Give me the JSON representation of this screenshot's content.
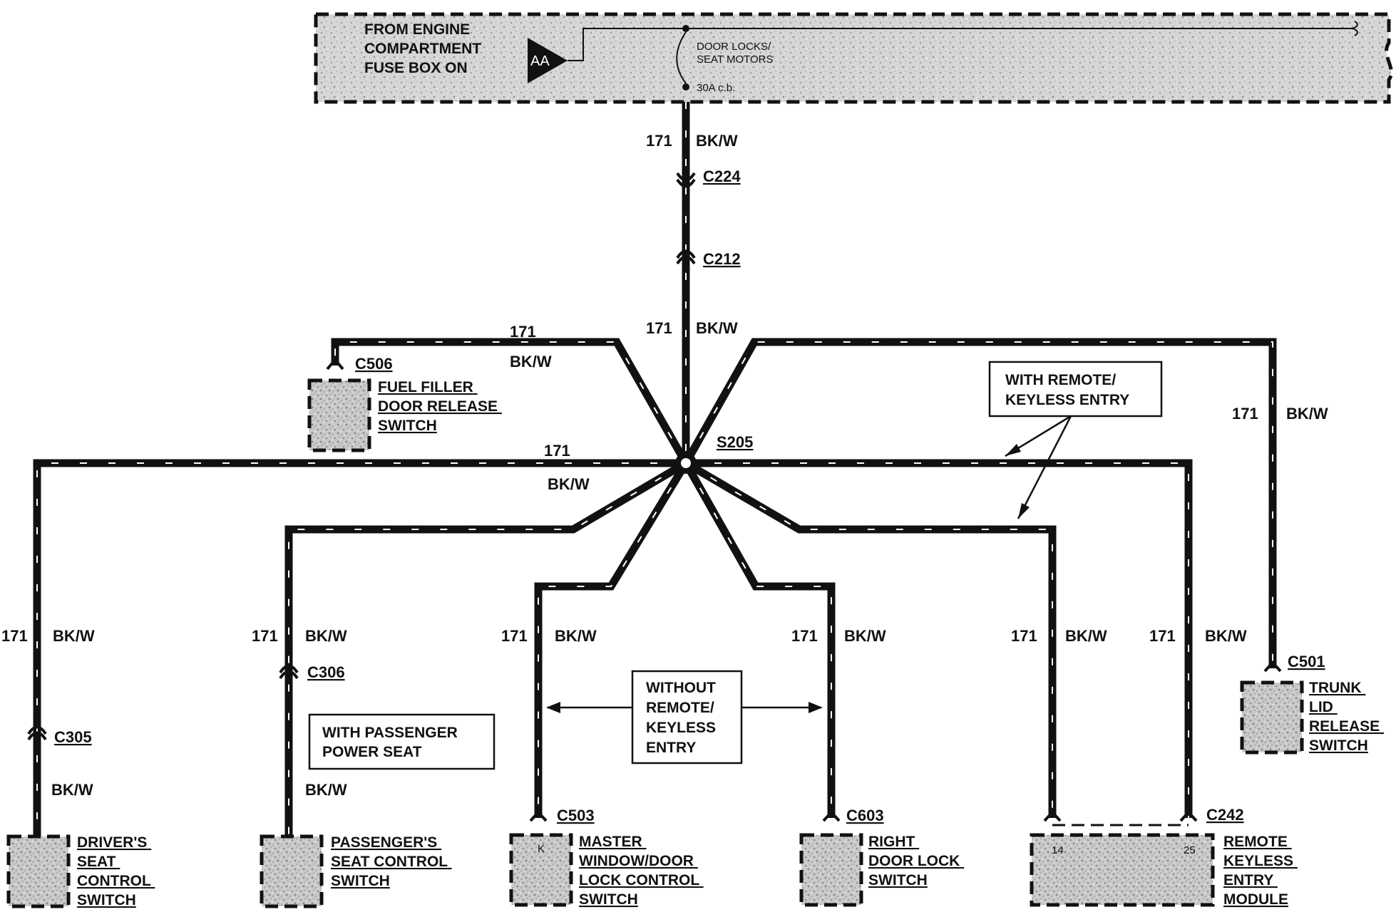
{
  "power_source": {
    "title_lines": [
      "FROM ENGINE",
      "COMPARTMENT",
      "FUSE BOX ON"
    ],
    "connector": "AA",
    "breaker_lines": [
      "DOOR LOCKS/",
      "SEAT MOTORS"
    ],
    "breaker_rating": "30A c.b."
  },
  "splice": "S205",
  "circuit": "171",
  "color": "BK/W",
  "connectors": {
    "c224": "C224",
    "c212": "C212",
    "c506": "C506",
    "c305": "C305",
    "c306": "C306",
    "c503": "C503",
    "c603": "C603",
    "c242": "C242",
    "c501": "C501"
  },
  "components": {
    "fuel_filler": [
      "FUEL FILLER",
      "DOOR RELEASE",
      "SWITCH"
    ],
    "drivers_seat": [
      "DRIVER'S",
      "SEAT",
      "CONTROL",
      "SWITCH"
    ],
    "passengers_seat": [
      "PASSENGER'S",
      "SEAT CONTROL",
      "SWITCH"
    ],
    "master_window": [
      "MASTER",
      "WINDOW/DOOR",
      "LOCK CONTROL",
      "SWITCH"
    ],
    "right_door": [
      "RIGHT",
      "DOOR LOCK",
      "SWITCH"
    ],
    "rke_module": [
      "REMOTE",
      "KEYLESS",
      "ENTRY",
      "MODULE"
    ],
    "trunk_lid": [
      "TRUNK",
      "LID",
      "RELEASE",
      "SWITCH"
    ]
  },
  "pins": {
    "master_k": "K",
    "rke_14": "14",
    "rke_25": "25"
  },
  "notes": {
    "with_remote": [
      "WITH REMOTE/",
      "KEYLESS ENTRY"
    ],
    "without_remote": [
      "WITHOUT",
      "REMOTE/",
      "KEYLESS",
      "ENTRY"
    ],
    "with_passenger": [
      "WITH PASSENGER",
      "POWER SEAT"
    ]
  }
}
